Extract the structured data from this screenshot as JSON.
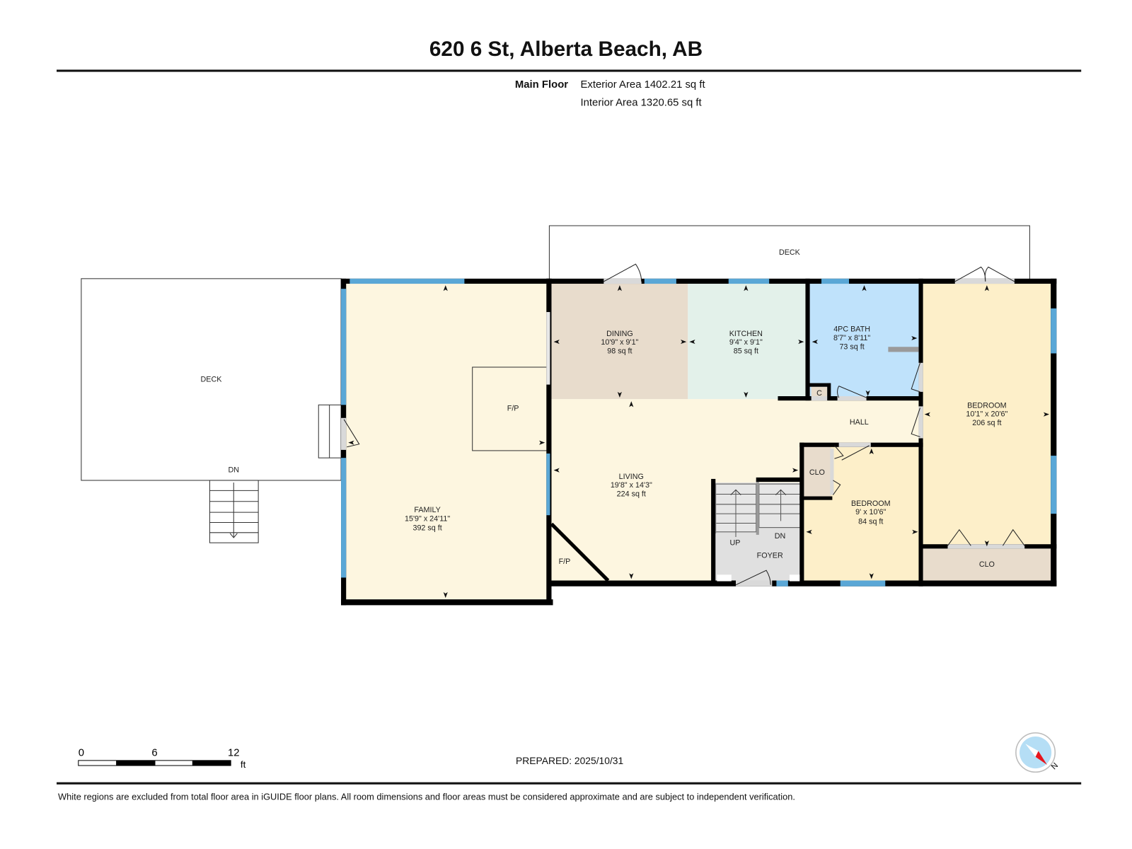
{
  "header": {
    "title": "620 6 St, Alberta Beach, AB",
    "floor_name": "Main Floor",
    "exterior_area": "Exterior Area 1402.21 sq ft",
    "interior_area": "Interior Area 1320.65 sq ft"
  },
  "floorplan": {
    "rooms": [
      {
        "name": "DINING",
        "dims": "10'9\" x 9'1\"",
        "area": "98 sq ft",
        "color": "#e8dccc"
      },
      {
        "name": "KITCHEN",
        "dims": "9'4\" x 9'1\"",
        "area": "85 sq ft",
        "color": "#e3f1ea"
      },
      {
        "name": "4PC BATH",
        "dims": "8'7\" x 8'11\"",
        "area": "73 sq ft",
        "color": "#bfe2fb"
      },
      {
        "name": "BEDROOM",
        "dims": "10'1\" x 20'6\"",
        "area": "206 sq ft",
        "color": "#fdefc9"
      },
      {
        "name": "LIVING",
        "dims": "19'8\" x 14'3\"",
        "area": "224 sq ft",
        "color": "#fdf6e0"
      },
      {
        "name": "FAMILY",
        "dims": "15'9\" x 24'11\"",
        "area": "392 sq ft",
        "color": "#fdf6e0"
      },
      {
        "name": "BEDROOM",
        "dims": "9' x 10'6\"",
        "area": "84 sq ft",
        "color": "#fdefc9"
      }
    ],
    "labels": {
      "deck_left": "DECK",
      "deck_top": "DECK",
      "deck_stairs": "DN",
      "fireplace_1": "F/P",
      "fireplace_2": "F/P",
      "hall": "HALL",
      "closet_c": "C",
      "closet_1": "CLO",
      "closet_2": "CLO",
      "stairs_up": "UP",
      "stairs_down": "DN",
      "foyer": "FOYER"
    },
    "colors": {
      "wall": "#000000",
      "window": "#5aa7d6",
      "door_opening": "#d9d9d9",
      "closet": "#e8dccc",
      "foyer": "#e0e0e0",
      "hall": "#fdf6e0"
    }
  },
  "footer": {
    "scale_bar": {
      "ticks": [
        "0",
        "6",
        "12"
      ],
      "unit": "ft"
    },
    "prepared": "PREPARED: 2025/10/31",
    "compass_label": "N",
    "disclaimer": "White regions are excluded from total floor area in iGUIDE floor plans. All room dimensions and floor areas must be considered approximate and are subject to independent verification."
  }
}
